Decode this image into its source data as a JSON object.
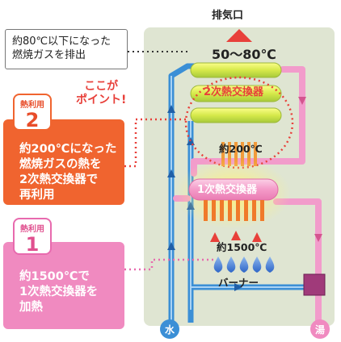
{
  "labels": {
    "exhaust_outlet": "排気口",
    "exhaust_temp": "50～80℃",
    "hx2": "2次熱交換器",
    "temp_200": "約200℃",
    "hx1": "1次熱交換器",
    "temp_1500": "約1500℃",
    "burner": "バーナー",
    "water": "水",
    "hot_water": "湯",
    "koko_line1": "ここが",
    "koko_line2": "ポイント!"
  },
  "exhaust_callout": {
    "line1": "約80℃以下になった",
    "line2": "燃焼ガスを排出"
  },
  "point2": {
    "badge_label": "熱利用",
    "badge_number": "2",
    "line1": "約200℃になった",
    "line2": "燃焼ガスの熱を",
    "line3": "2次熱交換器で",
    "line4": "再利用"
  },
  "point1": {
    "badge_label": "熱利用",
    "badge_number": "1",
    "line1": "約1500℃で",
    "line2": "1次熱交換器を",
    "line3": "加熱"
  },
  "colors": {
    "water_pipe": "#3b8fd6",
    "hot_pipe": "#f08ac0",
    "accent_red": "#e8403a",
    "panel_orange": "#f0642f",
    "panel_pink": "#f08ac0"
  }
}
